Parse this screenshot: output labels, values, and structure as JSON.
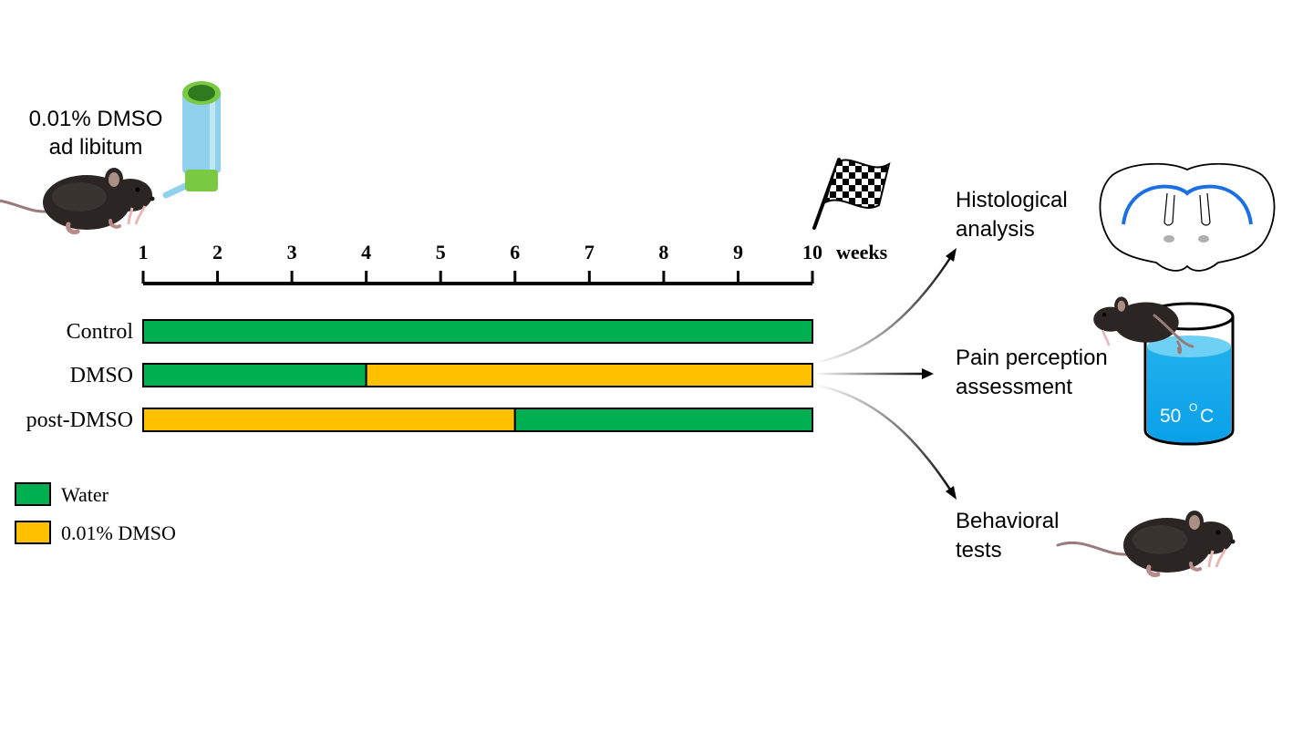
{
  "treatment": {
    "line1": "0.01% DMSO",
    "line2": "ad libitum"
  },
  "timeline": {
    "week_labels": [
      "1",
      "2",
      "3",
      "4",
      "5",
      "6",
      "7",
      "8",
      "9",
      "10"
    ],
    "unit_label": "weeks"
  },
  "groups": [
    {
      "label": "Control",
      "segments": [
        {
          "from_week": 1,
          "to_week": 10,
          "treatment": "water"
        }
      ]
    },
    {
      "label": "DMSO",
      "segments": [
        {
          "from_week": 1,
          "to_week": 4,
          "treatment": "water"
        },
        {
          "from_week": 4,
          "to_week": 10,
          "treatment": "dmso"
        }
      ]
    },
    {
      "label": "post-DMSO",
      "segments": [
        {
          "from_week": 1,
          "to_week": 6,
          "treatment": "dmso"
        },
        {
          "from_week": 6,
          "to_week": 10,
          "treatment": "water"
        }
      ]
    }
  ],
  "legend": {
    "water_label": "Water",
    "dmso_label": "0.01% DMSO"
  },
  "colors": {
    "water": "#00b050",
    "dmso": "#ffc000",
    "brain_highlight": "#1a6fe6",
    "bath_water": "#1fb1ee",
    "bottle_cap": "#7ac943",
    "bottle_body": "#8fd0ec"
  },
  "outcomes": {
    "histology": {
      "line1": "Histological",
      "line2": "analysis"
    },
    "pain": {
      "line1": "Pain perception",
      "line2": "assessment"
    },
    "behavior": {
      "line1": "Behavioral",
      "line2": "tests"
    }
  },
  "bath": {
    "temp_value": "50 ",
    "temp_degree": "O",
    "temp_unit": "C"
  },
  "icons": [
    "mouse-icon",
    "water-bottle-icon",
    "checkered-flag-icon",
    "brain-section-icon",
    "water-bath-icon"
  ]
}
